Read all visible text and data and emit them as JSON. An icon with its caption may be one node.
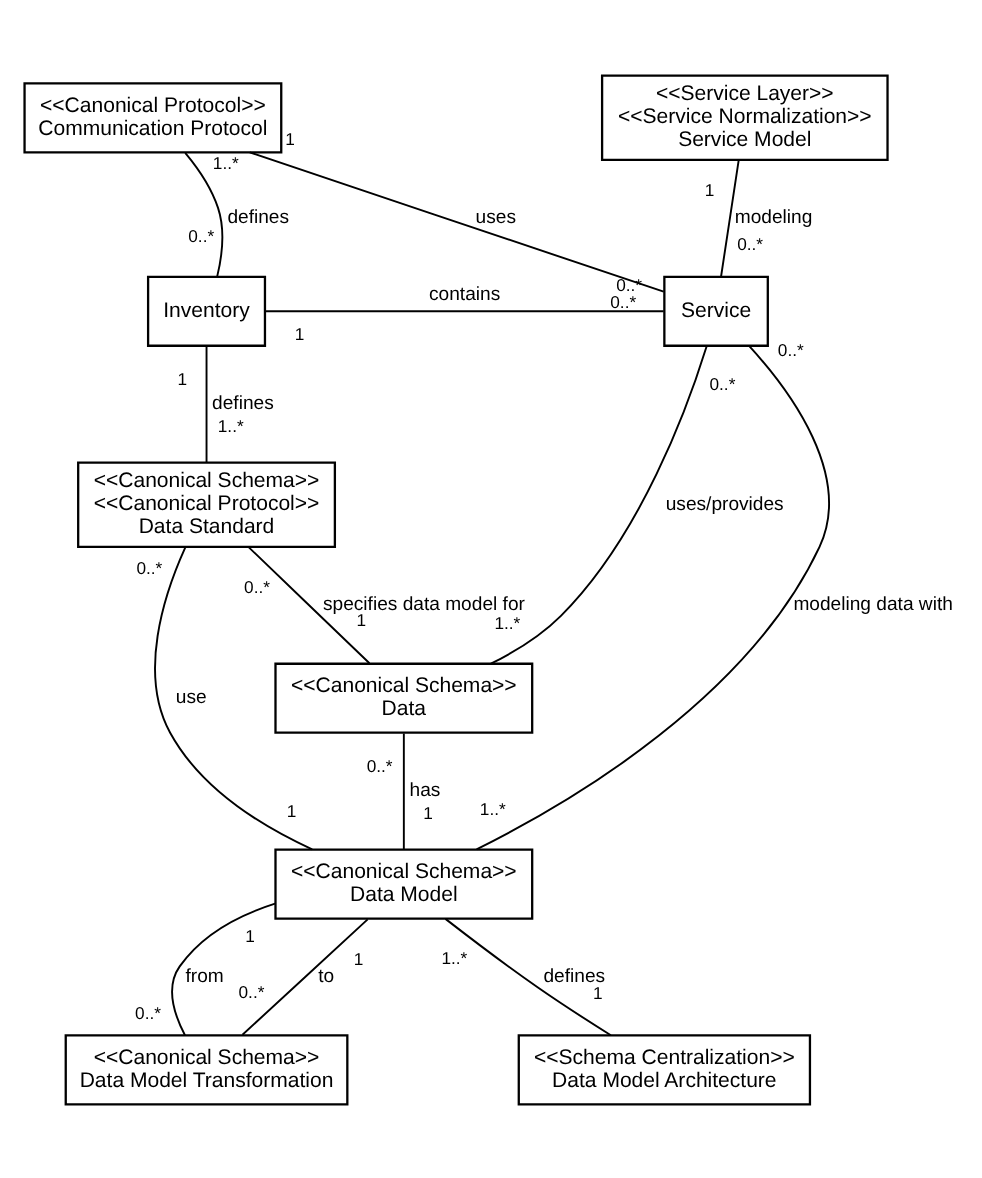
{
  "diagram": {
    "nodes": [
      {
        "text": [
          "<<Canonical Protocol>>",
          "Communication Protocol"
        ]
      },
      {
        "text": [
          "<<Service Layer>>",
          "<<Service Normalization>>",
          "Service Model"
        ]
      },
      {
        "text": [
          "Inventory"
        ]
      },
      {
        "text": [
          "Service"
        ]
      },
      {
        "text": [
          "<<Canonical Schema>>",
          "<<Canonical Protocol>>",
          "Data Standard"
        ]
      },
      {
        "text": [
          "<<Canonical Schema>>",
          "Data"
        ]
      },
      {
        "text": [
          "<<Canonical Schema>>",
          "Data Model"
        ]
      },
      {
        "text": [
          "<<Canonical Schema>>",
          "Data Model Transformation"
        ]
      },
      {
        "text": [
          "<<Schema Centralization>>",
          "Data Model Architecture"
        ]
      }
    ],
    "edges": [
      {
        "from": 2,
        "to": 0,
        "arrow": "none",
        "label": "defines"
      },
      {
        "from": 3,
        "to": 0,
        "arrow": "none",
        "label": "uses"
      },
      {
        "from": 1,
        "to": 3,
        "arrow": "none",
        "label": "modeling"
      },
      {
        "from": 2,
        "to": 3,
        "arrow": "none",
        "label": "contains"
      },
      {
        "from": 2,
        "to": 4,
        "arrow": "none",
        "label": "defines"
      },
      {
        "from": 3,
        "to": 5,
        "arrow": "none",
        "label": "uses/provides"
      },
      {
        "from": 3,
        "to": 6,
        "arrow": "none",
        "label": "modeling data with"
      },
      {
        "from": 4,
        "to": 5,
        "arrow": "none",
        "label": "specifies data model for"
      },
      {
        "from": 4,
        "to": 6,
        "arrow": "none",
        "label": "use"
      },
      {
        "from": 5,
        "to": 6,
        "arrow": "none",
        "label": "has"
      },
      {
        "from": 7,
        "to": 6,
        "arrow": "none",
        "label": "to"
      },
      {
        "from": 7,
        "to": 6,
        "arrow": "none",
        "label": "from"
      },
      {
        "from": 8,
        "to": 6,
        "arrow": "none",
        "label": "defines"
      }
    ],
    "labels": [
      "1..*",
      "1",
      "1",
      "0..*",
      "0..*",
      "0..*",
      "1",
      "0..*",
      "0..*",
      "1",
      "0..*",
      "1..*",
      "0..*",
      "0..*",
      "1..*",
      "1",
      "0..*",
      "1",
      "1..*",
      "1",
      "1",
      "1",
      "1..*",
      "0..*",
      "0..*",
      "1"
    ]
  }
}
